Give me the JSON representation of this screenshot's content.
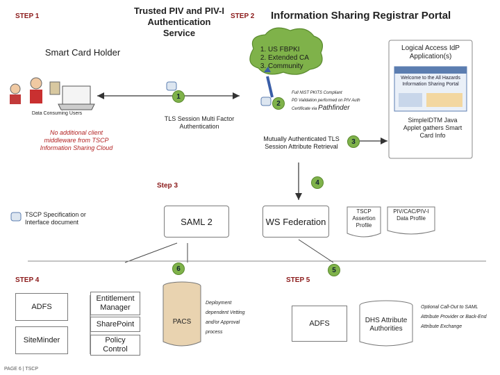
{
  "steps": {
    "step1": "STEP 1",
    "step2": "STEP 2",
    "step3": "Step 3",
    "step4": "STEP 4",
    "step5": "STEP 5"
  },
  "header": {
    "trusted_title": "Trusted PIV and PIV-I Authentication Service",
    "portal_title": "Information Sharing Registrar Portal"
  },
  "left": {
    "smart_card_holder": "Smart Card Holder",
    "data_consuming_users": "Data Consuming Users",
    "no_middleware": "No additional client middleware from TSCP Information Sharing Cloud",
    "tscp_spec": "TSCP Specification or Interface document"
  },
  "cloud": {
    "items": [
      "US FBPKI",
      "Extended CA",
      "Community"
    ]
  },
  "idp": {
    "label": "Logical Access IdP Application(s)",
    "screen_text": "Welcome to the All Hazards Information Sharing Portal"
  },
  "flow": {
    "tls_session": "TLS Session Multi Factor Authentication",
    "nist_note_line1": "Full NIST PKITS Compliant",
    "nist_note_line2": "PD Validation performed on PIV Auth",
    "nist_note_line3": "Certificate via",
    "pathfinder": "Pathfinder",
    "mutual_tls": "Mutually Authenticated TLS Session Attribute Retrieval",
    "applet": "SimpleIDTM Java Applet gathers Smart Card Info",
    "saml": "SAML 2",
    "ws_fed": "WS Federation",
    "assertion": "TSCP Assertion Profile",
    "data_profile": "PIV/CAC/PIV-I Data Profile"
  },
  "numbers": [
    "1",
    "2",
    "3",
    "4",
    "5",
    "6"
  ],
  "bottom": {
    "adfs_left": "ADFS",
    "siteminder": "SiteMinder",
    "entitlement": "Entitlement Manager",
    "sharepoint": "SharePoint",
    "policy_control": "Policy Control",
    "pacs": "PACS",
    "deployment_note": "Deployment dependent Vetting and/or Approval process",
    "adfs_right": "ADFS",
    "dhs_authorities": "DHS Attribute Authorities",
    "optional_call": "Optional Call-Out to SAML Attribute Provider or Back-End Attribute Exchange"
  },
  "footer": {
    "page": "PAGE 6 | TSCP"
  },
  "colors": {
    "cloud_fill": "#7fb24a",
    "step_red": "#8b1a1a",
    "note_red": "#b22222"
  }
}
